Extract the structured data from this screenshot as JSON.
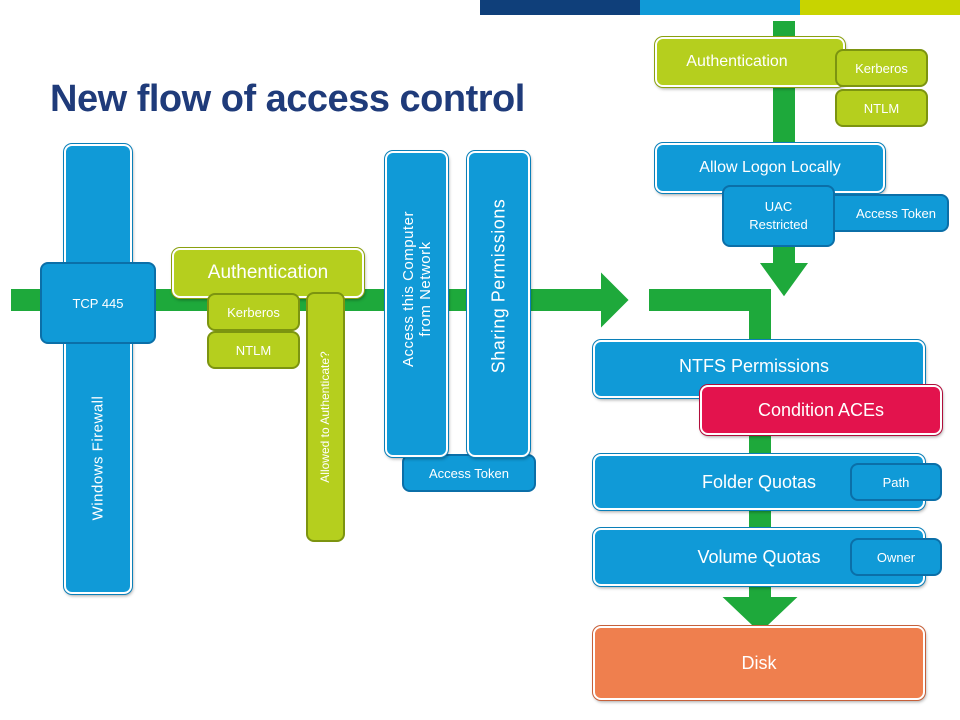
{
  "title": "New flow of access control",
  "colors": {
    "arrow_green": "#1ea93b",
    "blue": "#109ad7",
    "lime": "#b5cf1e",
    "orange": "#ef7f4e",
    "red": "#e3134d",
    "title": "#1f3b7a"
  },
  "firewall": {
    "label": "Windows Firewall",
    "port": "TCP 445"
  },
  "network_auth": {
    "label": "Authentication",
    "methods": [
      "Kerberos",
      "NTLM"
    ],
    "allowed": "Allowed to Authenticate?"
  },
  "network_access": {
    "line1": "Access this Computer",
    "line2": "from Network",
    "token": "Access Token"
  },
  "sharing": {
    "label": "Sharing Permissions"
  },
  "local": {
    "auth": "Authentication",
    "methods": [
      "Kerberos",
      "NTLM"
    ],
    "logon": "Allow Logon Locally",
    "uac_line1": "UAC",
    "uac_line2": "Restricted",
    "token": "Access Token"
  },
  "stack": {
    "ntfs": "NTFS Permissions",
    "conditions": "Condition ACEs",
    "folder": "Folder Quotas",
    "folder_tag": "Path",
    "volume": "Volume Quotas",
    "volume_tag": "Owner",
    "disk": "Disk"
  }
}
